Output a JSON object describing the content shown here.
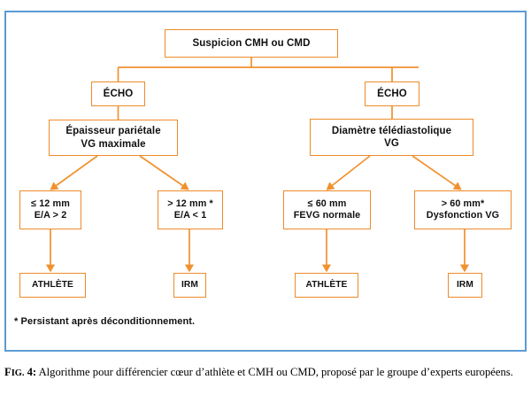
{
  "figure": {
    "frame_color": "#5b9bd5",
    "box_border_color": "#ED8B2A",
    "connector_color": "#F0922E",
    "footnote": "* Persistant après déconditionnement.",
    "caption": {
      "label_prefix": "F",
      "label_smallcaps": "IG.",
      "label_number": " 4",
      "label_colon": ":",
      "text": "Algorithme pour différencier cœur d’athlète et CMH ou CMD, proposé par le groupe d’experts européens."
    }
  },
  "chart_data": {
    "type": "diagram",
    "title": "Algorithme pour différencier cœur d’athlète et CMH ou CMD",
    "nodes": [
      {
        "id": "root",
        "label_lines": [
          "Suspicion CMH ou CMD"
        ],
        "level": 0
      },
      {
        "id": "echo_left",
        "label_lines": [
          "ÉCHO"
        ],
        "level": 1
      },
      {
        "id": "echo_right",
        "label_lines": [
          "ÉCHO"
        ],
        "level": 1
      },
      {
        "id": "meas_left",
        "label_lines": [
          "Épaisseur pariétale",
          "VG maximale"
        ],
        "level": 2
      },
      {
        "id": "meas_right",
        "label_lines": [
          "Diamètre télédiastolique",
          "VG"
        ],
        "level": 2
      },
      {
        "id": "crit_l1",
        "label_lines": [
          "≤ 12 mm",
          "E/A > 2"
        ],
        "level": 3
      },
      {
        "id": "crit_l2",
        "label_lines": [
          "> 12 mm *",
          "E/A < 1"
        ],
        "level": 3
      },
      {
        "id": "crit_r1",
        "label_lines": [
          "≤ 60 mm",
          "FEVG normale"
        ],
        "level": 3
      },
      {
        "id": "crit_r2",
        "label_lines": [
          "> 60 mm*",
          "Dysfonction VG"
        ],
        "level": 3
      },
      {
        "id": "out_l1",
        "label_lines": [
          "ATHLÈTE"
        ],
        "level": 4
      },
      {
        "id": "out_l2",
        "label_lines": [
          "IRM"
        ],
        "level": 4
      },
      {
        "id": "out_r1",
        "label_lines": [
          "ATHLÈTE"
        ],
        "level": 4
      },
      {
        "id": "out_r2",
        "label_lines": [
          "IRM"
        ],
        "level": 4
      }
    ],
    "edges": [
      {
        "from": "root",
        "to": "echo_left"
      },
      {
        "from": "root",
        "to": "echo_right"
      },
      {
        "from": "echo_left",
        "to": "meas_left"
      },
      {
        "from": "echo_right",
        "to": "meas_right"
      },
      {
        "from": "meas_left",
        "to": "crit_l1",
        "arrow": true
      },
      {
        "from": "meas_left",
        "to": "crit_l2",
        "arrow": true
      },
      {
        "from": "meas_right",
        "to": "crit_r1",
        "arrow": true
      },
      {
        "from": "meas_right",
        "to": "crit_r2",
        "arrow": true
      },
      {
        "from": "crit_l1",
        "to": "out_l1",
        "arrow": true
      },
      {
        "from": "crit_l2",
        "to": "out_l2",
        "arrow": true
      },
      {
        "from": "crit_r1",
        "to": "out_r1",
        "arrow": true
      },
      {
        "from": "crit_r2",
        "to": "out_r2",
        "arrow": true
      }
    ]
  },
  "boxes": {
    "root": {
      "l1": "Suspicion CMH ou CMD"
    },
    "echo_left": {
      "l1": "ÉCHO"
    },
    "echo_right": {
      "l1": "ÉCHO"
    },
    "meas_left": {
      "l1": "Épaisseur pariétale",
      "l2": "VG maximale"
    },
    "meas_right": {
      "l1": "Diamètre télédiastolique",
      "l2": "VG"
    },
    "crit_l1": {
      "l1": "≤ 12 mm",
      "l2": "E/A > 2"
    },
    "crit_l2": {
      "l1": "> 12 mm *",
      "l2": "E/A < 1"
    },
    "crit_r1": {
      "l1": "≤ 60 mm",
      "l2": "FEVG normale"
    },
    "crit_r2": {
      "l1": "> 60 mm*",
      "l2": "Dysfonction VG"
    },
    "out_l1": {
      "l1": "ATHLÈTE"
    },
    "out_l2": {
      "l1": "IRM"
    },
    "out_r1": {
      "l1": "ATHLÈTE"
    },
    "out_r2": {
      "l1": "IRM"
    }
  }
}
